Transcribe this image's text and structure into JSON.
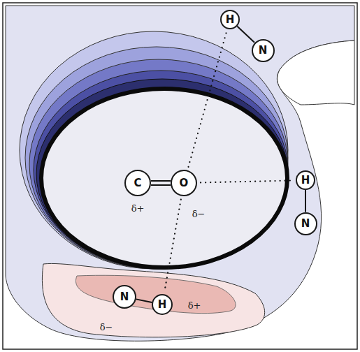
{
  "diagram": {
    "nodes": [
      {
        "text": [
          "H"
        ]
      },
      {
        "text": [
          "N"
        ]
      },
      {
        "text": [
          "C"
        ]
      },
      {
        "text": [
          "O"
        ]
      },
      {
        "text": [
          "H"
        ]
      },
      {
        "text": [
          "N"
        ]
      },
      {
        "text": [
          "N"
        ]
      },
      {
        "text": [
          "H"
        ]
      }
    ],
    "edges": [
      {
        "from": 0,
        "to": 1,
        "arrow": "none"
      },
      {
        "from": 2,
        "to": 3,
        "arrow": "none"
      },
      {
        "from": 3,
        "to": 0,
        "arrow": "none"
      },
      {
        "from": 3,
        "to": 4,
        "arrow": "none"
      },
      {
        "from": 4,
        "to": 5,
        "arrow": "none"
      },
      {
        "from": 6,
        "to": 7,
        "arrow": "none"
      },
      {
        "from": 3,
        "to": 7,
        "arrow": "none"
      }
    ],
    "labels": [
      "δ+",
      "δ−",
      "δ−",
      "δ+"
    ]
  }
}
